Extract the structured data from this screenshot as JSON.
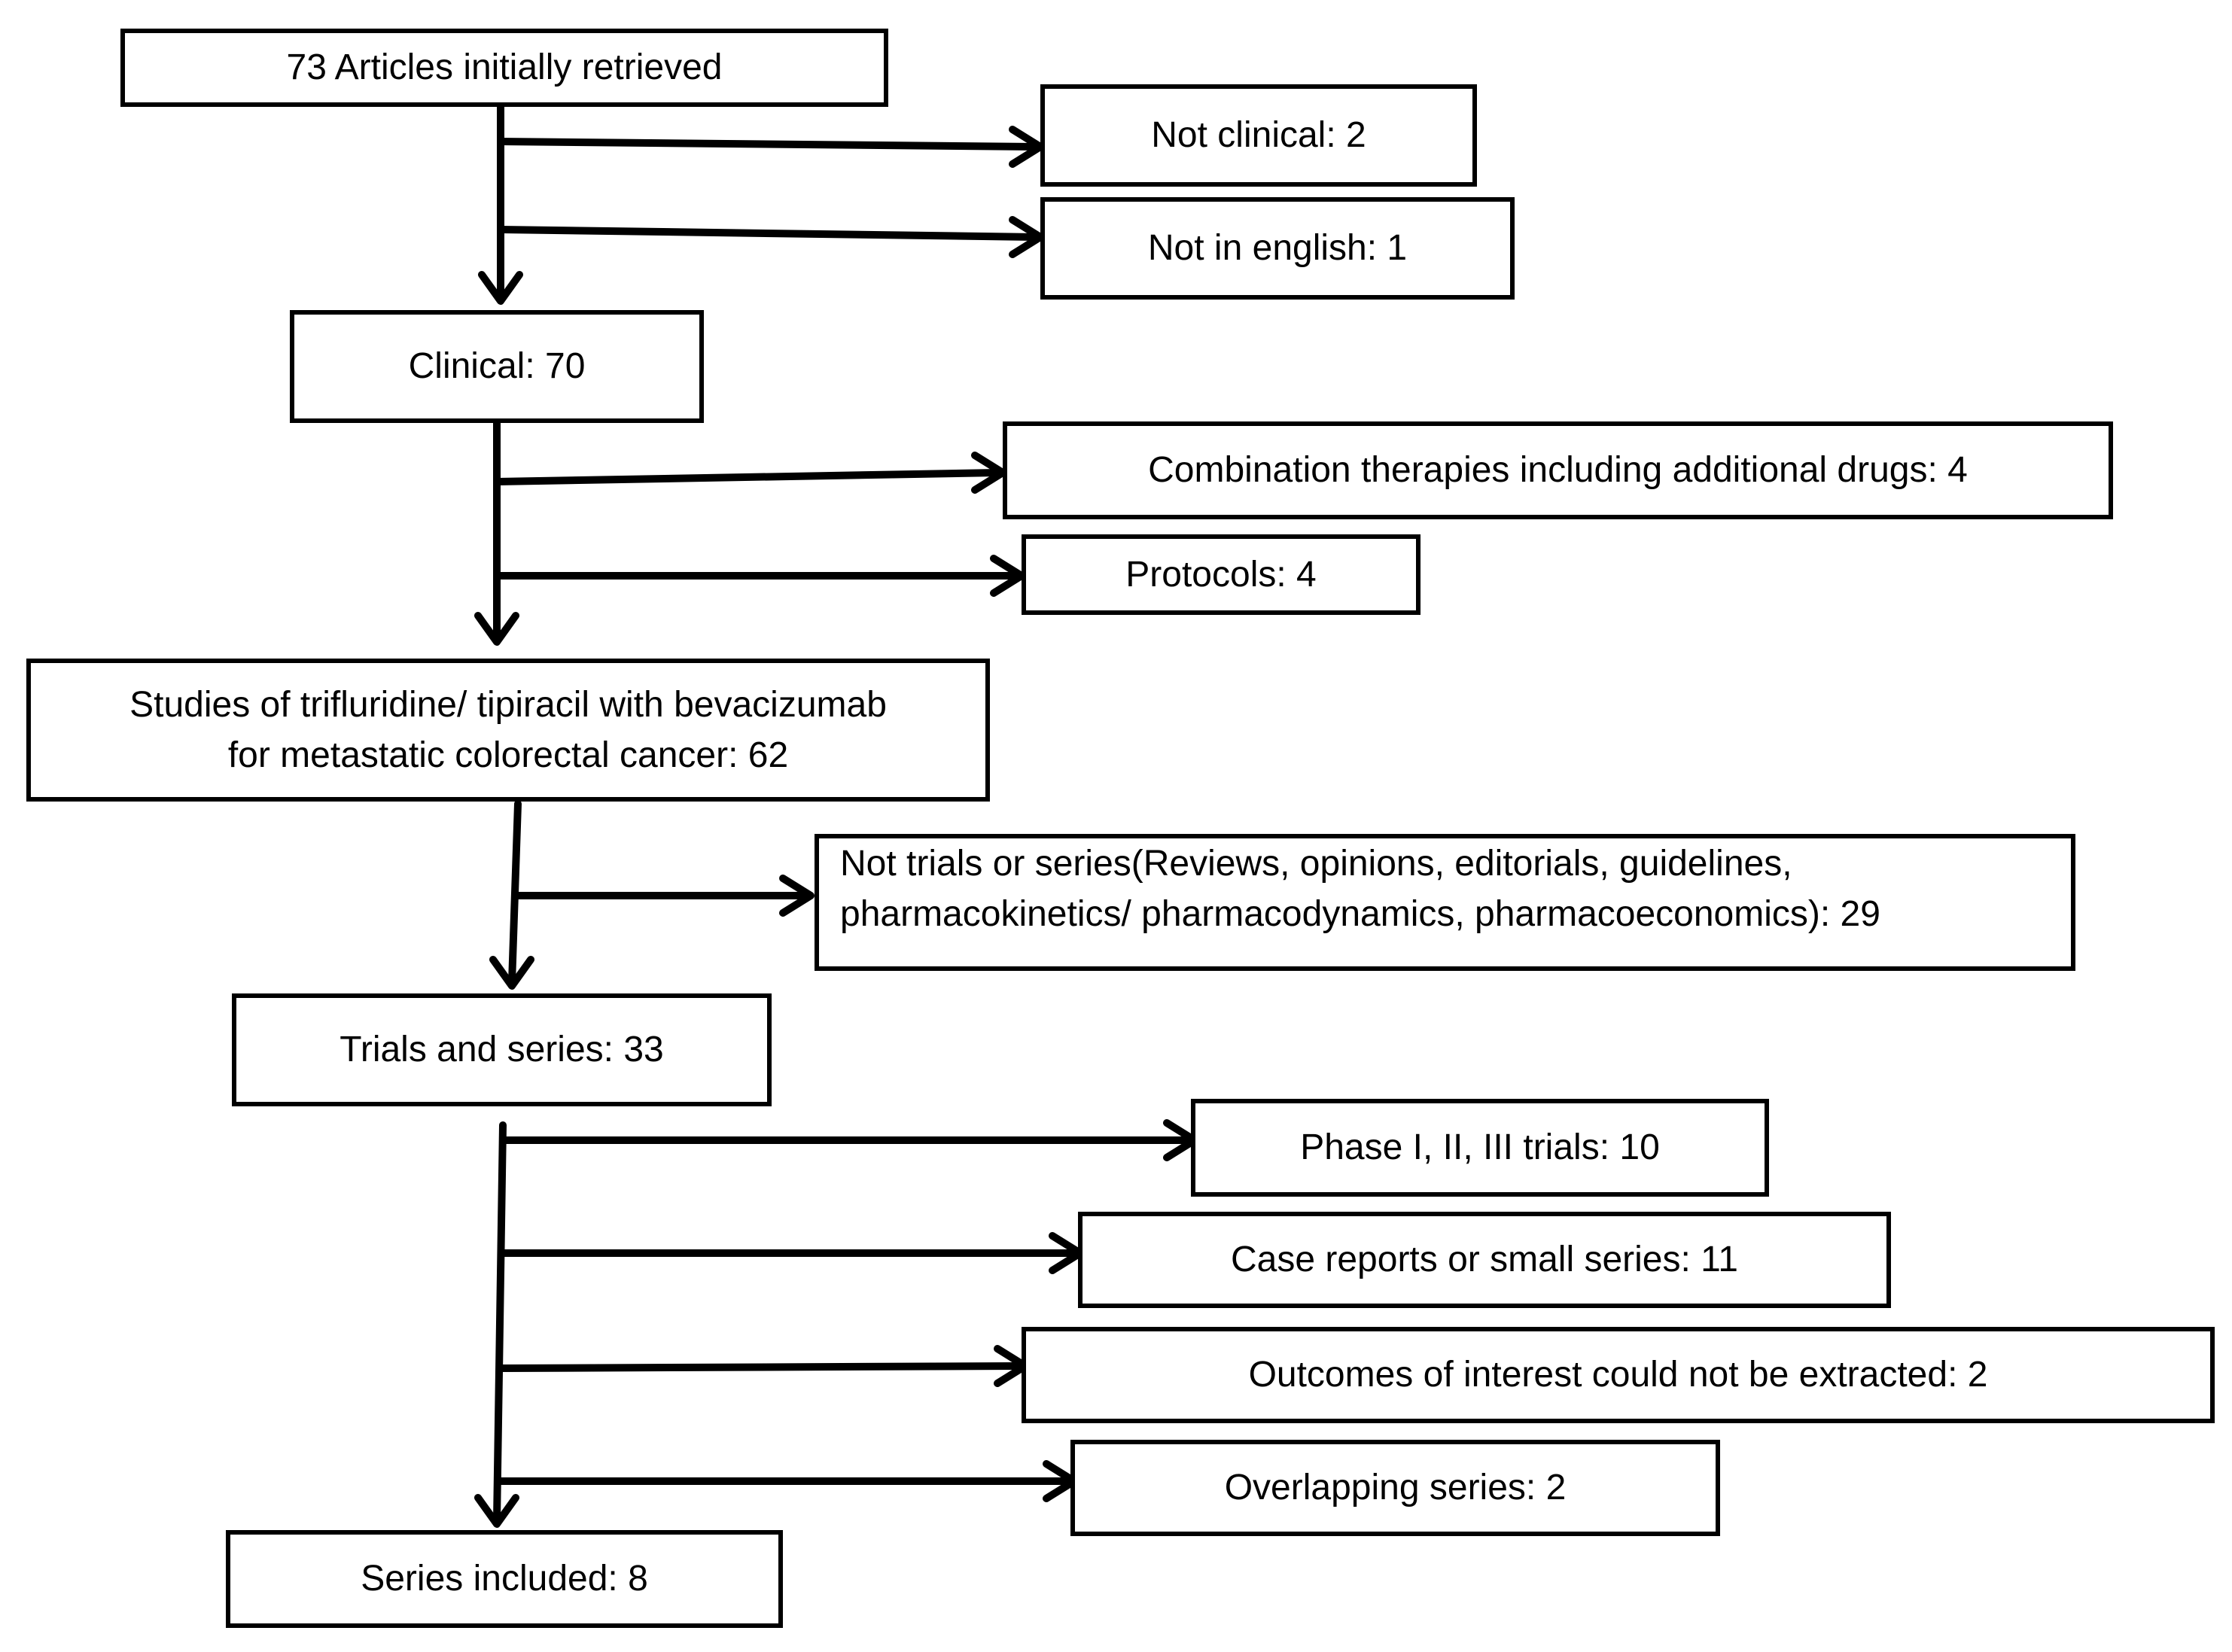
{
  "main_flow": {
    "articles_retrieved": "73 Articles initially retrieved",
    "clinical": "Clinical: 70",
    "studies_line1": "Studies of trifluridine/ tipiracil with bevacizumab",
    "studies_line2": "for metastatic colorectal cancer: 62",
    "trials_and_series": "Trials and series: 33",
    "series_included": "Series included: 8"
  },
  "exclusions": {
    "not_clinical": "Not clinical: 2",
    "not_in_english": "Not in english: 1",
    "combination_therapies": "Combination therapies including additional drugs: 4",
    "protocols": "Protocols: 4",
    "not_trials_line1": "Not trials or series(Reviews, opinions, editorials, guidelines,",
    "not_trials_line2": "pharmacokinetics/ pharmacodynamics, pharmacoeconomics): 29",
    "phase_trials": "Phase I, II, III trials: 10",
    "case_reports": "Case reports or small series: 11",
    "outcomes_not_extracted": "Outcomes of interest could not be extracted: 2",
    "overlapping_series": "Overlapping series: 2"
  },
  "colors": {
    "stroke": "#000000",
    "background": "#ffffff",
    "text": "#000000"
  }
}
